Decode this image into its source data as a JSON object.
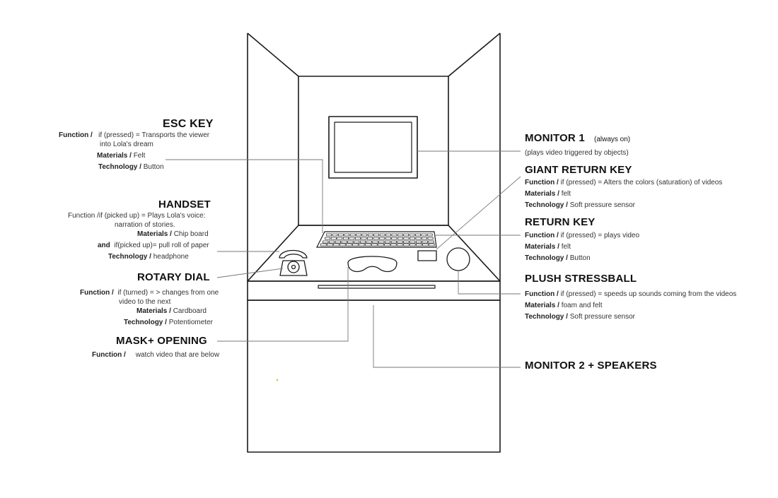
{
  "esc_key": {
    "title": "ESC KEY",
    "function_label": "Function /",
    "function_text_1": "if (pressed) = Transports the viewer",
    "function_text_2": "into Lola's dream",
    "materials_label": "Materials /",
    "materials_text": "Felt",
    "technology_label": "Technology /",
    "technology_text": "Button"
  },
  "handset": {
    "title": "HANDSET",
    "function_line_1": "Function /if (picked up) = Plays Lola's voice:",
    "function_line_2": "narration of stories.",
    "materials_label": "Materials /",
    "materials_text": "Chip  board",
    "extra_label": "and",
    "extra_text": "if(picked up)= pull roll of paper",
    "technology_label": "Technology /",
    "technology_text": "headphone"
  },
  "rotary_dial": {
    "title": "ROTARY DIAL",
    "function_label": "Function /",
    "function_text_1": "if (turned) = > changes from one",
    "function_text_2": "video to the next",
    "materials_label": "Materials /",
    "materials_text": "Cardboard",
    "technology_label": "Technology /",
    "technology_text": "Potentiometer"
  },
  "mask_opening": {
    "title": "MASK+ OPENING",
    "function_label": "Function /",
    "function_text": "watch video that are below"
  },
  "monitor_1": {
    "title": "MONITOR 1",
    "note": "(always on)",
    "description": "(plays video triggered by objects)"
  },
  "giant_return_key": {
    "title": "GIANT RETURN KEY",
    "function_label": "Function /",
    "function_text": "if (pressed) = Alters the colors (saturation) of videos",
    "materials_label": "Materials /",
    "materials_text": "felt",
    "technology_label": "Technology /",
    "technology_text": "Soft pressure sensor"
  },
  "return_key": {
    "title": "RETURN KEY",
    "function_label": "Function /",
    "function_text": "if (pressed) = plays video",
    "materials_label": "Materials /",
    "materials_text": "felt",
    "technology_label": "Technology /",
    "technology_text": "Button"
  },
  "plush_stressball": {
    "title": "PLUSH STRESSBALL",
    "function_label": "Function /",
    "function_text": "if (pressed) = speeds up sounds coming from the videos",
    "materials_label": "Materials /",
    "materials_text": "foam and felt",
    "technology_label": "Technology /",
    "technology_text": "Soft pressure sensor"
  },
  "monitor_2": {
    "title": "MONITOR 2 + SPEAKERS"
  },
  "colors": {
    "line": "#1a1a1a",
    "leader": "#777777"
  }
}
